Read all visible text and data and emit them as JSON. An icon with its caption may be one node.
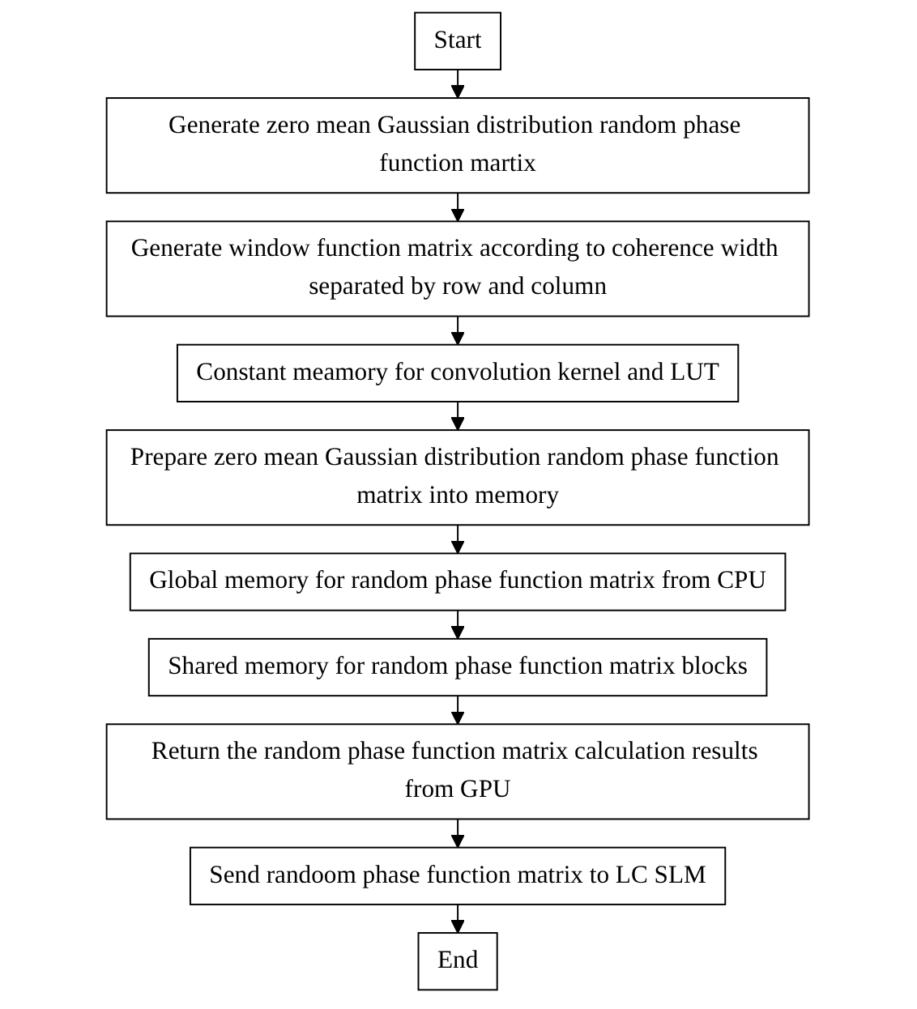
{
  "diagram": {
    "nodes": [
      {
        "text": [
          "Start"
        ]
      },
      {
        "text": [
          "Generate zero mean Gaussian distribution random phase function martix"
        ]
      },
      {
        "text": [
          "Generate window function matrix according to coherence width separated by row and column"
        ]
      },
      {
        "text": [
          "Constant meamory for convolution kernel and LUT"
        ]
      },
      {
        "text": [
          "Prepare zero mean Gaussian distribution random phase function matrix into memory"
        ]
      },
      {
        "text": [
          "Global memory for random phase function matrix from CPU"
        ]
      },
      {
        "text": [
          "Shared memory for random phase function matrix blocks"
        ]
      },
      {
        "text": [
          "Return the random phase function matrix calculation results from GPU"
        ]
      },
      {
        "text": [
          "Send randoom phase function matrix to LC SLM"
        ]
      },
      {
        "text": [
          "End"
        ]
      }
    ],
    "edges": [
      {
        "from": 0,
        "to": 1,
        "arrow": "to"
      },
      {
        "from": 1,
        "to": 2,
        "arrow": "to"
      },
      {
        "from": 2,
        "to": 3,
        "arrow": "to"
      },
      {
        "from": 3,
        "to": 4,
        "arrow": "to"
      },
      {
        "from": 4,
        "to": 5,
        "arrow": "to"
      },
      {
        "from": 5,
        "to": 6,
        "arrow": "to"
      },
      {
        "from": 6,
        "to": 7,
        "arrow": "to"
      },
      {
        "from": 7,
        "to": 8,
        "arrow": "to"
      },
      {
        "from": 8,
        "to": 9,
        "arrow": "to"
      }
    ]
  }
}
